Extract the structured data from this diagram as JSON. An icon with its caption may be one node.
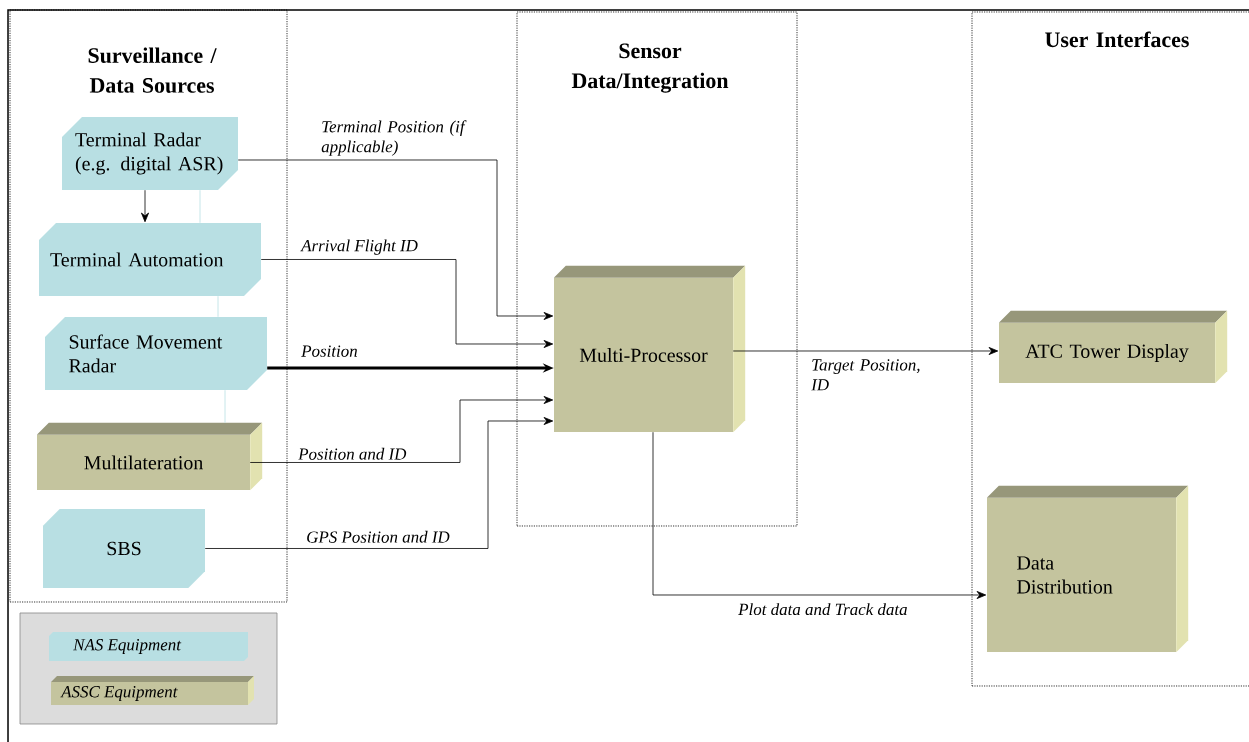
{
  "diagram": {
    "nodes": [
      {
        "text": [
          "Surveillance / Data Sources"
        ]
      },
      {
        "text": [
          "Terminal Radar (e.g. digital ASR)"
        ],
        "in": 0
      },
      {
        "text": [
          "Terminal Automation"
        ],
        "in": 0
      },
      {
        "text": [
          "Surface Movement Radar"
        ],
        "in": 0
      },
      {
        "text": [
          "Multilateration"
        ],
        "in": 0
      },
      {
        "text": [
          "SBS"
        ],
        "in": 0
      },
      {
        "text": [
          "Sensor Data/Integration"
        ]
      },
      {
        "text": [
          "Multi-Processor"
        ],
        "in": 6
      },
      {
        "text": [
          "User Interfaces"
        ]
      },
      {
        "text": [
          "ATC Tower Display"
        ],
        "in": 8
      },
      {
        "text": [
          "Data Distribution"
        ],
        "in": 8
      }
    ],
    "edges": [
      {
        "from": 1,
        "to": 2,
        "arrow": "to"
      },
      {
        "from": 1,
        "to": 7,
        "arrow": "to",
        "label": "Terminal Position (if applicable)"
      },
      {
        "from": 2,
        "to": 7,
        "arrow": "to",
        "label": "Arrival Flight ID"
      },
      {
        "from": 3,
        "to": 7,
        "arrow": "to",
        "label": "Position",
        "style": "thick"
      },
      {
        "from": 4,
        "to": 7,
        "arrow": "to",
        "label": "Position and ID"
      },
      {
        "from": 5,
        "to": 7,
        "arrow": "to",
        "label": "GPS Position and ID"
      },
      {
        "from": 7,
        "to": 9,
        "arrow": "to",
        "label": "Target Position, ID"
      },
      {
        "from": 7,
        "to": 10,
        "arrow": "to",
        "label": "Plot data and Track data"
      },
      {
        "from": 1,
        "to": 2,
        "arrow": "none",
        "color": "#b8dfe3"
      },
      {
        "from": 2,
        "to": 3,
        "arrow": "none",
        "color": "#b8dfe3"
      },
      {
        "from": 3,
        "to": 4,
        "arrow": "none",
        "color": "#b8dfe3"
      }
    ],
    "legend": [
      {
        "text": "NAS Equipment",
        "color": "#b8dfe3"
      },
      {
        "text": "ASSC Equipment",
        "color": "#c4c49e"
      }
    ]
  }
}
